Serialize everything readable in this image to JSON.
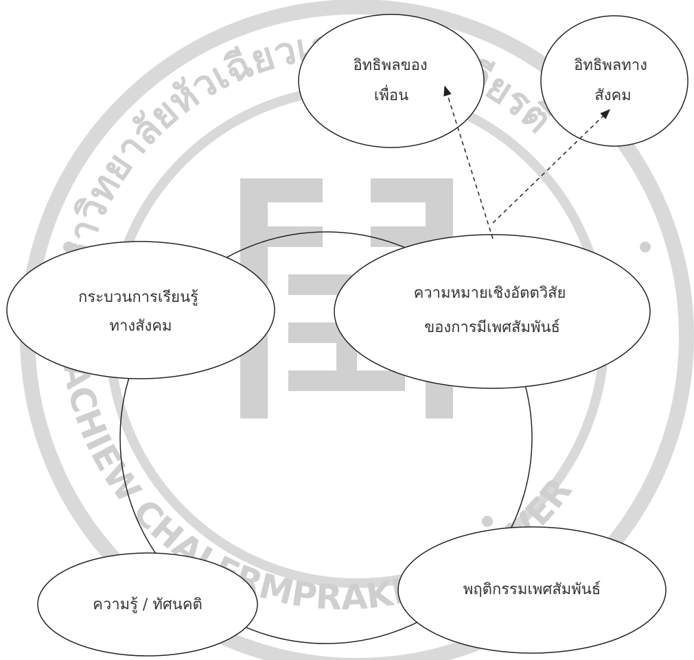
{
  "diagram": {
    "nodes": [
      {
        "id": "social-learning",
        "lines": [
          "กระบวนการเรียนรู้",
          "ทางสังคม"
        ]
      },
      {
        "id": "subjective-meaning",
        "lines": [
          "ความหมายเชิงอัตตวิสัย",
          "ของการมีเพศสัมพันธ์"
        ]
      },
      {
        "id": "peer-influence",
        "lines": [
          "อิทธิพลของ",
          "เพื่อน"
        ]
      },
      {
        "id": "social-influence",
        "lines": [
          "อิทธิพลทาง",
          "สังคม"
        ]
      },
      {
        "id": "knowledge-attitude",
        "lines": [
          "ความรู้ / ทัศนคติ"
        ]
      },
      {
        "id": "sexual-behavior",
        "lines": [
          "พฤติกรรมเพศสัมพันธ์"
        ]
      }
    ],
    "edges": [
      {
        "from": "subjective-meaning",
        "to": "peer-influence",
        "style": "dashed-arrow"
      },
      {
        "from": "subjective-meaning",
        "to": "social-influence",
        "style": "dashed-arrow"
      }
    ]
  },
  "watermark": {
    "top_text": "มหาวิทยาลัยหัวเฉียวเฉลิมพระเกียรติ",
    "bottom_text": "HUACHIEW CHALERMPRAKIET UNIVERSITY",
    "color": "#cfcfcf"
  },
  "colors": {
    "stroke": "#222222",
    "text": "#333333",
    "background": "#ffffff"
  }
}
